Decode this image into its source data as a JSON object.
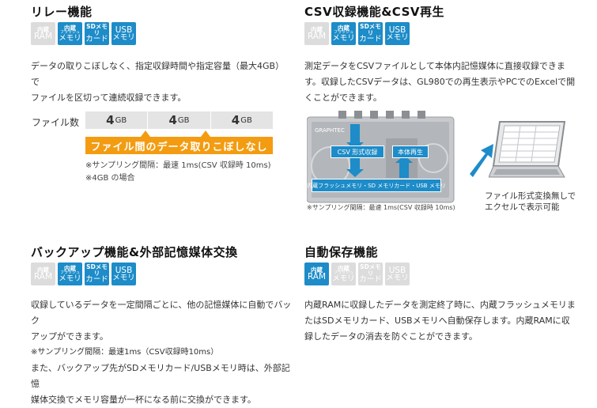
{
  "relay": {
    "title": "リレー機能",
    "body1": "データの取りこぼしなく、指定収録時間や指定容量（最大4GB）で",
    "body2": "ファイルを区切って連続収録できます。",
    "files_label": "ファイル数",
    "file_value": "4",
    "file_unit": "GB",
    "bar_text": "ファイル間のデータ取りこぼしなし",
    "note1": "※サンプリング間隔：最速 1ms(CSV 収録時 10ms)",
    "note2": "※4GB の場合"
  },
  "csv": {
    "title": "CSV収録機能&CSV再生",
    "body1": "測定データをCSVファイルとして本体内記憶媒体に直接収録できま",
    "body2": "す。収録したCSVデータは、GL980での再生表示やPCでのExcelで開",
    "body3": "くことができます。",
    "device_brand": "GRAPHTEC",
    "label_csv": "CSV 形式収録",
    "label_play": "本体再生",
    "label_media": "内蔵フラッシュメモリ・SD メモリカード・USB メモリ",
    "note": "※サンプリング間隔：最速 1ms(CSV 収録時 10ms)",
    "pc_caption1": "ファイル形式変換無しで",
    "pc_caption2": "エクセルで表示可能"
  },
  "backup": {
    "title": "バックアップ機能&外部記憶媒体交換",
    "body1": "収録しているデータを一定間隔ごとに、他の記憶媒体に自動でバック",
    "body2": "アップができます。",
    "note": "※サンプリング間隔：最速1ms（CSV収録時10ms）",
    "body3": "また、バックアップ先がSDメモリカード/USBメモリ時は、外部記憶",
    "body4": "媒体交換でメモリ容量が一杯になる前に交換ができます。"
  },
  "autosave": {
    "title": "自動保存機能",
    "body1": "内蔵RAMに収録したデータを測定終了時に、内蔵フラッシュメモリま",
    "body2": "たはSDメモリカード、USBメモリへ自動保存します。内蔵RAMに収",
    "body3": "録したデータの消去を防ぐことができます。"
  },
  "badge_labels": {
    "ram_top": "内蔵",
    "ram_bottom": "RAM",
    "flash_top": "内蔵",
    "flash_mid": "フラッシュ",
    "flash_bottom": "メモリ",
    "sd_top": "SDメモリ",
    "sd_bottom": "カード",
    "usb_top": "USB",
    "usb_bottom": "メモリ"
  },
  "colors": {
    "accent_blue": "#1d8cc8",
    "inactive_gray": "#dcdcdc",
    "orange": "#f39c12"
  }
}
